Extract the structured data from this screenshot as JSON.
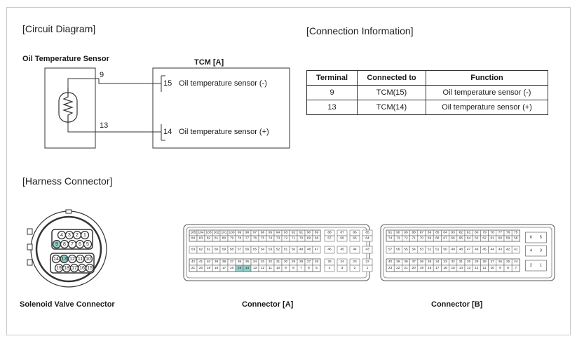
{
  "sections": {
    "circuit": "[Circuit Diagram]",
    "connection": "[Connection Information]",
    "harness": "[Harness Connector]"
  },
  "circuit": {
    "sensor_title": "Oil Temperature Sensor",
    "tcm_title": "TCM [A]",
    "wire_top_number": "9",
    "wire_bottom_number": "13",
    "tcm_pin_top": "15",
    "tcm_pin_top_label": "Oil temperature sensor (-)",
    "tcm_pin_bottom": "14",
    "tcm_pin_bottom_label": "Oil temperature sensor (+)"
  },
  "table": {
    "headers": [
      "Terminal",
      "Connected to",
      "Function"
    ],
    "rows": [
      [
        "9",
        "TCM(15)",
        "Oil temperature sensor (-)"
      ],
      [
        "13",
        "TCM(14)",
        "Oil temperature sensor (+)"
      ]
    ]
  },
  "harness": {
    "solenoid_label": "Solenoid Valve Connector",
    "connector_a_label": "Connector [A]",
    "connector_b_label": "Connector [B]",
    "solenoid_row1": [
      "4",
      "3",
      "2",
      "1"
    ],
    "solenoid_row2": [
      "9",
      "8",
      "7",
      "6",
      "5"
    ],
    "solenoid_row3": [
      "14",
      "13",
      "12",
      "11",
      "10"
    ],
    "solenoid_row4": [
      "19",
      "18",
      "17",
      "16",
      "15"
    ],
    "highlight_color": "#8fd0c8",
    "conn_a": {
      "row1": [
        "105",
        "104",
        "103",
        "102",
        "101",
        "100",
        "99",
        "98",
        "97",
        "96",
        "95",
        "94",
        "93",
        "92",
        "91",
        "90",
        "89"
      ],
      "row2": [
        "84",
        "83",
        "82",
        "81",
        "80",
        "79",
        "78",
        "77",
        "76",
        "75",
        "74",
        "73",
        "72",
        "71",
        "70",
        "69",
        "68"
      ],
      "row1_right": [
        "88",
        "87",
        "86",
        "85"
      ],
      "row2_right": [
        "67",
        "66",
        "65",
        "64"
      ],
      "row3": [
        "63",
        "62",
        "61",
        "60",
        "59",
        "58",
        "57",
        "56",
        "55",
        "54",
        "53",
        "52",
        "51",
        "50",
        "49",
        "48",
        "47"
      ],
      "row3_right": [
        "46",
        "45",
        "44",
        "43"
      ],
      "row4": [
        "42",
        "41",
        "40",
        "39",
        "38",
        "37",
        "36",
        "35",
        "34",
        "33",
        "32",
        "31",
        "30",
        "29",
        "28",
        "27",
        "26"
      ],
      "row5": [
        "21",
        "20",
        "19",
        "18",
        "17",
        "16",
        "15",
        "14",
        "13",
        "12",
        "11",
        "10",
        "9",
        "8",
        "7",
        "6",
        "5"
      ],
      "row4_right": [
        "25",
        "24",
        "23",
        "22"
      ],
      "row5_right": [
        "4",
        "3",
        "2",
        "1"
      ]
    },
    "conn_b": {
      "row1": [
        "91",
        "90",
        "89",
        "88",
        "87",
        "86",
        "85",
        "84",
        "83",
        "82",
        "81",
        "80",
        "79",
        "78",
        "77",
        "76",
        "75"
      ],
      "row2": [
        "74",
        "73",
        "72",
        "71",
        "70",
        "69",
        "68",
        "67",
        "66",
        "65",
        "64",
        "63",
        "62",
        "61",
        "60",
        "59",
        "58"
      ],
      "row3": [
        "57",
        "56",
        "55",
        "54",
        "53",
        "52",
        "51",
        "50",
        "49",
        "48",
        "47",
        "46",
        "45",
        "44",
        "43",
        "42",
        "41"
      ],
      "row4": [
        "40",
        "39",
        "38",
        "37",
        "36",
        "35",
        "34",
        "33",
        "32",
        "31",
        "30",
        "29",
        "28",
        "27",
        "26",
        "25",
        "24"
      ],
      "row5": [
        "23",
        "22",
        "21",
        "20",
        "19",
        "18",
        "17",
        "16",
        "15",
        "14",
        "13",
        "12",
        "11",
        "10",
        "9",
        "8",
        "7"
      ],
      "side_pins": [
        "6",
        "5",
        "4",
        "3",
        "2",
        "1"
      ]
    }
  }
}
